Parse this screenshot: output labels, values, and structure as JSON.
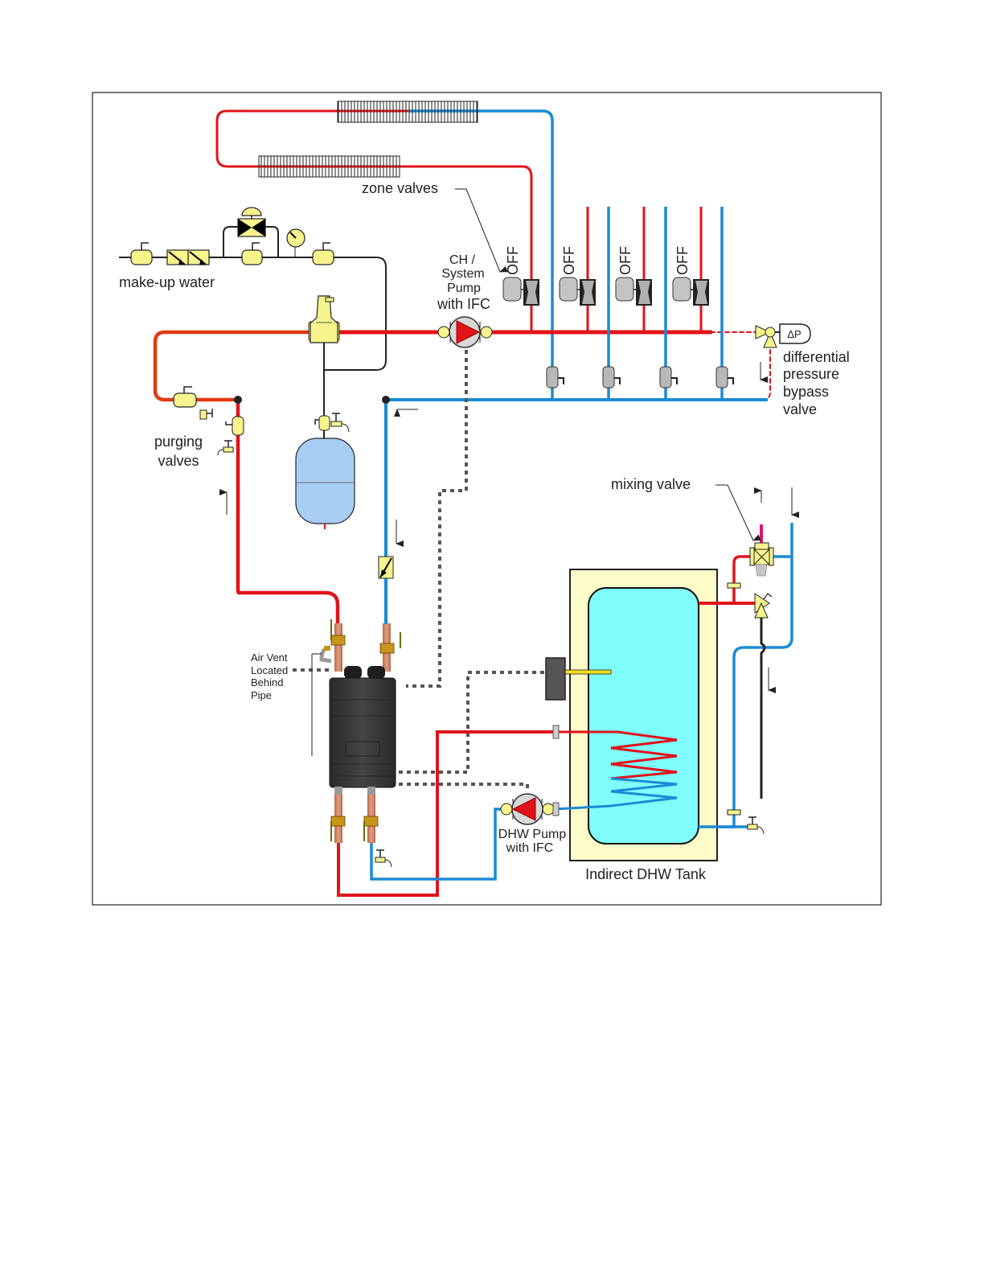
{
  "diagram": {
    "type": "hydronic-piping-schematic",
    "labels": {
      "zone_valves": "zone valves",
      "makeup_water": "make-up water",
      "ch_pump_line1": "CH /",
      "ch_pump_line2": "System",
      "ch_pump_line3": "Pump",
      "ch_pump_line4": "with IFC",
      "dpbv_line1": "differential",
      "dpbv_line2": "pressure",
      "dpbv_line3": "bypass",
      "dpbv_line4": "valve",
      "dp_symbol": "ΔP",
      "purging_line1": "purging",
      "purging_line2": "valves",
      "mixing_valve": "mixing valve",
      "air_vent_line1": "Air Vent",
      "air_vent_line2": "Located",
      "air_vent_line3": "Behind",
      "air_vent_line4": "Pipe",
      "dhw_pump_line1": "DHW Pump",
      "dhw_pump_line2": "with IFC",
      "dhw_tank": "Indirect DHW Tank"
    },
    "zone_valve_states": [
      "OFF",
      "OFF",
      "OFF",
      "OFF"
    ],
    "colors": {
      "supply": "#e0131a",
      "supply_orange": "#e23a10",
      "return": "#1a8ad4",
      "component_yellow": "#f7f48e",
      "tank_water": "#7ffcfc",
      "tank_jacket": "#fdfbc8",
      "expansion_tank": "#a8cef5",
      "mixed_outlet": "#e0127a",
      "boiler": "#333333",
      "gray_component": "#c4c4c4",
      "control_wiring": "#555555"
    }
  }
}
